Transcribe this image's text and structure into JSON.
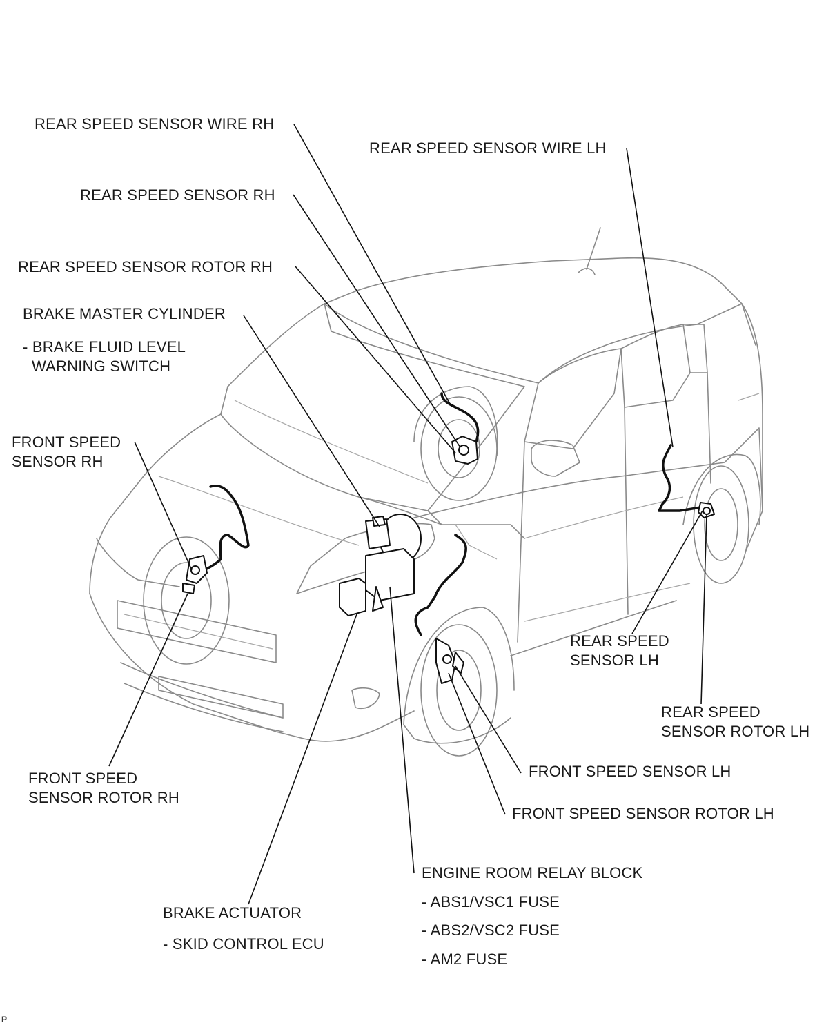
{
  "labels": {
    "rear_wire_rh": "REAR SPEED SENSOR WIRE RH",
    "rear_wire_lh": "REAR SPEED SENSOR WIRE LH",
    "rear_sensor_rh": "REAR SPEED SENSOR RH",
    "rear_rotor_rh": "REAR SPEED SENSOR ROTOR RH",
    "master_cylinder": "BRAKE MASTER CYLINDER",
    "fluid_switch_1": "- BRAKE FLUID LEVEL",
    "fluid_switch_2": "WARNING SWITCH",
    "front_sensor_rh_1": "FRONT SPEED",
    "front_sensor_rh_2": "SENSOR RH",
    "rear_sensor_lh_1": "REAR SPEED",
    "rear_sensor_lh_2": "SENSOR LH",
    "rear_rotor_lh_1": "REAR SPEED",
    "rear_rotor_lh_2": "SENSOR ROTOR LH",
    "front_sensor_lh": "FRONT SPEED SENSOR LH",
    "front_rotor_lh": "FRONT SPEED SENSOR ROTOR LH",
    "front_rotor_rh_1": "FRONT SPEED",
    "front_rotor_rh_2": "SENSOR ROTOR RH",
    "relay_block": "ENGINE ROOM RELAY BLOCK",
    "fuse_1": "- ABS1/VSC1 FUSE",
    "fuse_2": "- ABS2/VSC2 FUSE",
    "fuse_3": "- AM2 FUSE",
    "actuator": "BRAKE ACTUATOR",
    "skid_ecu": "- SKID CONTROL ECU"
  },
  "page_mark": "P"
}
